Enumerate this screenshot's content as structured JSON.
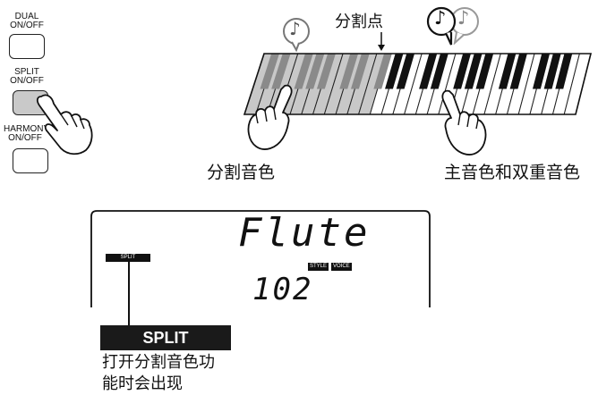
{
  "panel": {
    "buttons": [
      {
        "label_lines": [
          "DUAL",
          "ON/OFF"
        ],
        "active": false
      },
      {
        "label_lines": [
          "SPLIT",
          "ON/OFF"
        ],
        "active": true
      },
      {
        "label_lines": [
          "HARMONY",
          "ON/OFF"
        ],
        "active": false
      }
    ]
  },
  "keyboard": {
    "split_point_label": "分割点",
    "left_caption": "分割音色",
    "right_caption": "主音色和双重音色",
    "note_glyph": "♪"
  },
  "lcd": {
    "voice_name": "Flute",
    "voice_number": "102",
    "split_indicator": "SPLIT",
    "style_tag": "STYLE",
    "voice_tag": "VOICE"
  },
  "callout": {
    "label": "SPLIT",
    "description_lines": [
      "打开分割音色功",
      "能时会出现"
    ]
  },
  "colors": {
    "ink": "#111111",
    "left_keys": "#c8c8c8",
    "pressed_button": "#c9c9c9"
  }
}
